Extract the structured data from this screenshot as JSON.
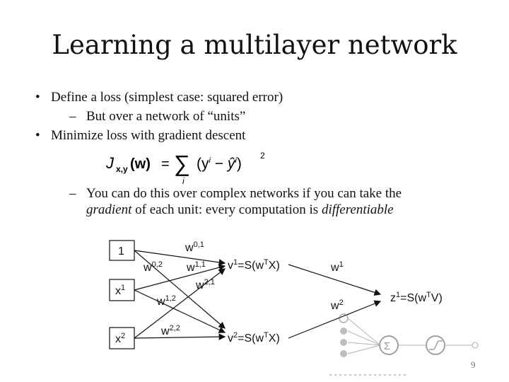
{
  "slide": {
    "title": "Learning a multilayer network",
    "bullets": [
      "Define a loss (simplest case: squared error)",
      "Minimize loss with gradient descent"
    ],
    "sub_bullets": {
      "over_network": "But over a network of “units”",
      "complex_line1": "You can do this over complex networks if you can take the",
      "complex_line2_a": "gradient",
      "complex_line2_b": " of each unit: every computation is ",
      "complex_line2_c": "differentiable"
    },
    "bullet_glyph": "•",
    "dash_glyph": "–",
    "equation": {
      "lhs_J": "J",
      "lhs_sub": "x,y",
      "lhs_w": "(w)",
      "equals": "=",
      "sum": "∑",
      "sum_index": "i",
      "term": "(y",
      "term_sup_i": "i",
      "minus": " − ",
      "yhat": "ŷ",
      "yhat_sup": "i",
      "close": ")",
      "power": "2"
    },
    "diagram": {
      "inputs": [
        "1",
        "x",
        "x"
      ],
      "input_sups": [
        "",
        "1",
        "2"
      ],
      "weights": {
        "w01": "w",
        "w01_sup": "0,1",
        "w02": "w",
        "w02_sup": "0,2",
        "w11": "w",
        "w11_sup": "1,1",
        "w21": "w",
        "w21_sup": "2,1",
        "w12": "w",
        "w12_sup": "1,2",
        "w22": "w",
        "w22_sup": "2,2",
        "wo1": "w",
        "wo1_sup": "1",
        "wo2": "w",
        "wo2_sup": "2"
      },
      "hidden1": {
        "a": "v",
        "a_sup": "1",
        "b": "=S(w",
        "b_sup": "T",
        "c": "X)"
      },
      "hidden2": {
        "a": "v",
        "a_sup": "2",
        "b": "=S(w",
        "b_sup": "T",
        "c": "X)"
      },
      "output": {
        "a": "z",
        "a_sup": "1",
        "b": "=S(w",
        "b_sup": "T",
        "c": "V)"
      }
    },
    "page_number": "9"
  }
}
